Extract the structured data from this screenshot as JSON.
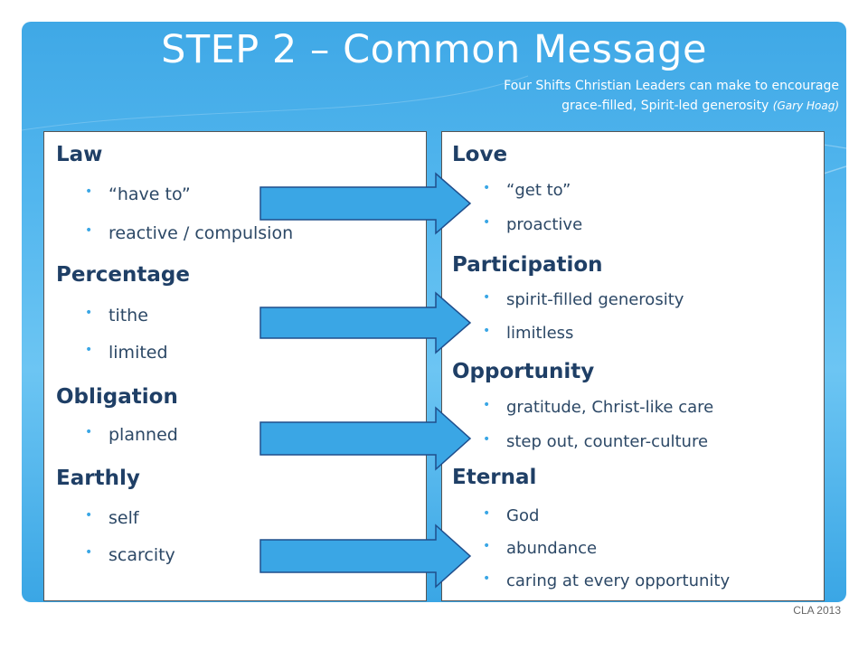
{
  "slide": {
    "title": "STEP 2 – Common Message",
    "subtitle_line1": "Four Shifts Christian Leaders can make to encourage",
    "subtitle_line2": "grace-filled, Spirit-led generosity",
    "subtitle_attribution": "(Gary Hoag)",
    "footer": "CLA 2013"
  },
  "left": {
    "sections": [
      {
        "heading": "Law",
        "items": [
          "“have to”",
          "reactive / compulsion"
        ]
      },
      {
        "heading": "Percentage",
        "items": [
          "tithe",
          "limited"
        ]
      },
      {
        "heading": "Obligation",
        "items": [
          "planned"
        ]
      },
      {
        "heading": "Earthly",
        "items": [
          "self",
          "scarcity"
        ]
      }
    ]
  },
  "right": {
    "sections": [
      {
        "heading": "Love",
        "items": [
          "“get to”",
          "proactive"
        ]
      },
      {
        "heading": "Participation",
        "items": [
          "spirit-filled generosity",
          "limitless"
        ]
      },
      {
        "heading": "Opportunity",
        "items": [
          "gratitude, Christ-like care",
          "step out, counter-culture"
        ]
      },
      {
        "heading": "Eternal",
        "items": [
          "God",
          "abundance",
          "caring at every opportunity"
        ]
      }
    ]
  },
  "colors": {
    "arrow_fill": "#3aa6e5",
    "arrow_stroke": "#1f4e8c",
    "banner": "#52b6ee",
    "heading_text": "#1f3f66"
  },
  "icons": {
    "bullet": "bullet-dot-icon",
    "arrow": "right-arrow-icon"
  }
}
